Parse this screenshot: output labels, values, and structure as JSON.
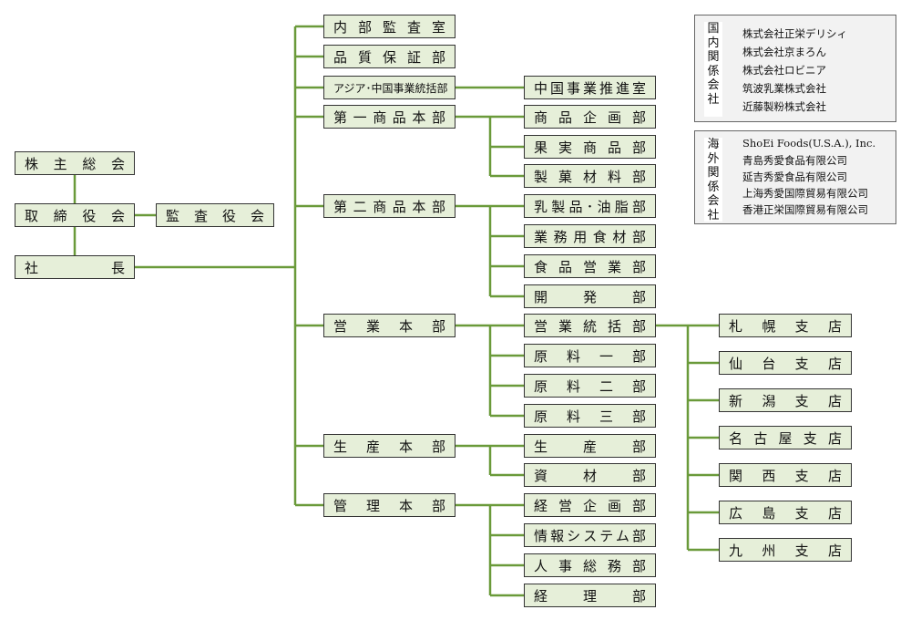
{
  "colors": {
    "line": "#6a9a3a",
    "box_fill": "#e6efd9",
    "box_border": "#333333"
  },
  "leadership": {
    "shareholders_meeting": "株主総会",
    "board_of_directors": "取締役会",
    "audit_board": "監査役会",
    "president": "社　長"
  },
  "departments": {
    "internal_audit": "内部監査室",
    "quality_assurance": "品質保証部",
    "asia_china": "アジア･中国事業統括部",
    "china_promotion": "中国事業推進室",
    "div1": "第一商品本部",
    "div1_planning": "商品企画部",
    "div1_fruit": "果実商品部",
    "div1_confectionery": "製菓材料部",
    "div2": "第二商品本部",
    "div2_dairy": "乳製品･油脂部",
    "div2_commercial": "業務用食材部",
    "div2_food_sales": "食品営業部",
    "div2_development": "開　発　部",
    "sales": "営業本部",
    "sales_general": "営業統括部",
    "sales_raw1": "原料一部",
    "sales_raw2": "原料二部",
    "sales_raw3": "原料三部",
    "production": "生産本部",
    "production_dept": "生　産　部",
    "materials_dept": "資　材　部",
    "admin": "管理本部",
    "admin_planning": "経営企画部",
    "admin_is": "情報システム部",
    "admin_hr": "人事総務部",
    "admin_accounting": "経　理　部"
  },
  "branches": [
    "札幌支店",
    "仙台支店",
    "新潟支店",
    "名古屋支店",
    "関西支店",
    "広島支店",
    "九州支店"
  ],
  "domestic_affiliates": {
    "label": "国内関係会社",
    "companies": [
      "株式会社正栄デリシィ",
      "株式会社京まろん",
      "株式会社ロビニア",
      "筑波乳業株式会社",
      "近藤製粉株式会社"
    ]
  },
  "overseas_affiliates": {
    "label": "海外関係会社",
    "companies": [
      "ShoEi Foods(U.S.A.), Inc.",
      "青島秀愛食品有限公司",
      "延吉秀愛食品有限公司",
      "上海秀愛国際貿易有限公司",
      "香港正栄国際貿易有限公司"
    ]
  }
}
